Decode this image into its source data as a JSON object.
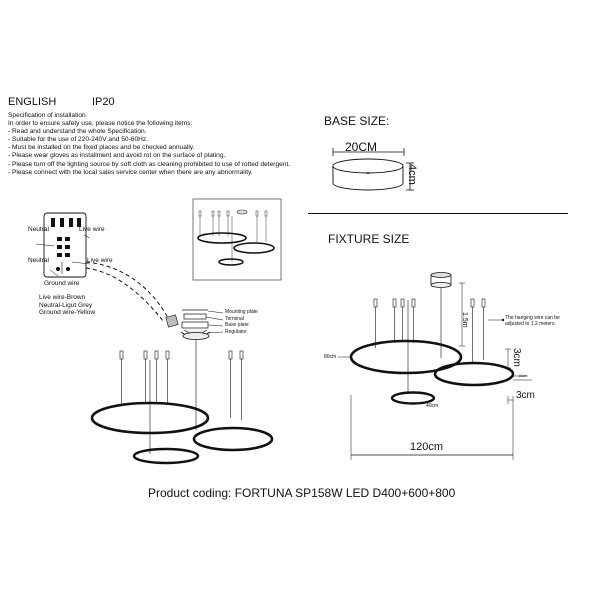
{
  "header": {
    "language": "ENGLISH",
    "ip_rating": "IP20"
  },
  "spec": {
    "title": "Specification of installation",
    "lines": [
      "In order to ensure safety use, please notice the following items:",
      "- Read and understand the whole Specification.",
      "- Suitable for the use of 220-240V and 50-60Hz.",
      "- Must be installed on the fixed places and be checked annually.",
      "- Please wear gloves as installment and avoid rot on the surface of plating.",
      "- Please turn off the lighting source by soft cloth as cleaning prohibited to use of rotted detergent.",
      "- Please connect with the local sales service center when there are any abnormality."
    ]
  },
  "base": {
    "title": "BASE SIZE:",
    "width": "20CM",
    "height": "4cm"
  },
  "fixture": {
    "title": "FIXTURE SIZE",
    "width": "120cm",
    "cable": "1.5m",
    "ring_80": "80cm",
    "ring_60": "60cm",
    "ring_40": "40cm",
    "ring_thickness": "3cm",
    "ring_width": "3cm",
    "note": "The hanging wire can be adjusted to 1.2 meters."
  },
  "wiring": {
    "neutral_1": "Neutral",
    "live_1": "Live wire",
    "neutral_2": "Neutral",
    "live_2": "Live wire",
    "ground": "Ground wire",
    "legend": [
      "Live wire-Brown",
      "Neutral-Ligut Grey",
      "Ground wire-Yellow"
    ],
    "mounting": [
      "Mounting plate",
      "Terminal",
      "Base plate",
      "Regulator"
    ]
  },
  "footer": {
    "product_coding": "Product coding: FORTUNA SP158W LED D400+600+800"
  }
}
